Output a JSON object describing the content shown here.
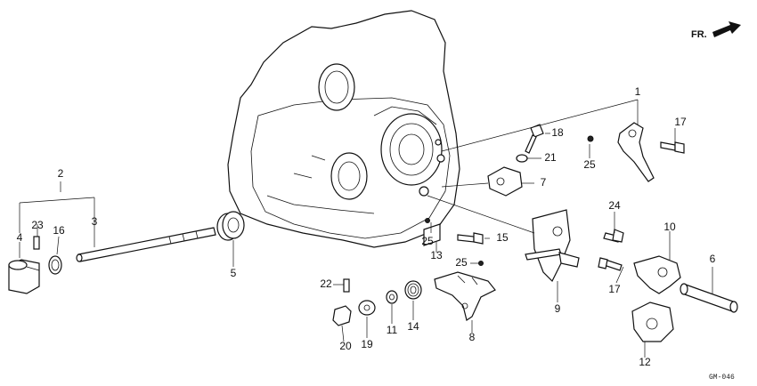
{
  "direction_label": "FR.",
  "diagram_code": "GM-046",
  "callouts": {
    "p1": "1",
    "p2": "2",
    "p3": "3",
    "p4": "4",
    "p5": "5",
    "p6": "6",
    "p7": "7",
    "p8": "8",
    "p9": "9",
    "p10": "10",
    "p11": "11",
    "p12": "12",
    "p13": "13",
    "p14": "14",
    "p15": "15",
    "p16": "16",
    "p17a": "17",
    "p17b": "17",
    "p18": "18",
    "p19": "19",
    "p20": "20",
    "p21": "21",
    "p22": "22",
    "p23": "23",
    "p24": "24",
    "p25a": "25",
    "p25b": "25",
    "p25c": "25"
  }
}
